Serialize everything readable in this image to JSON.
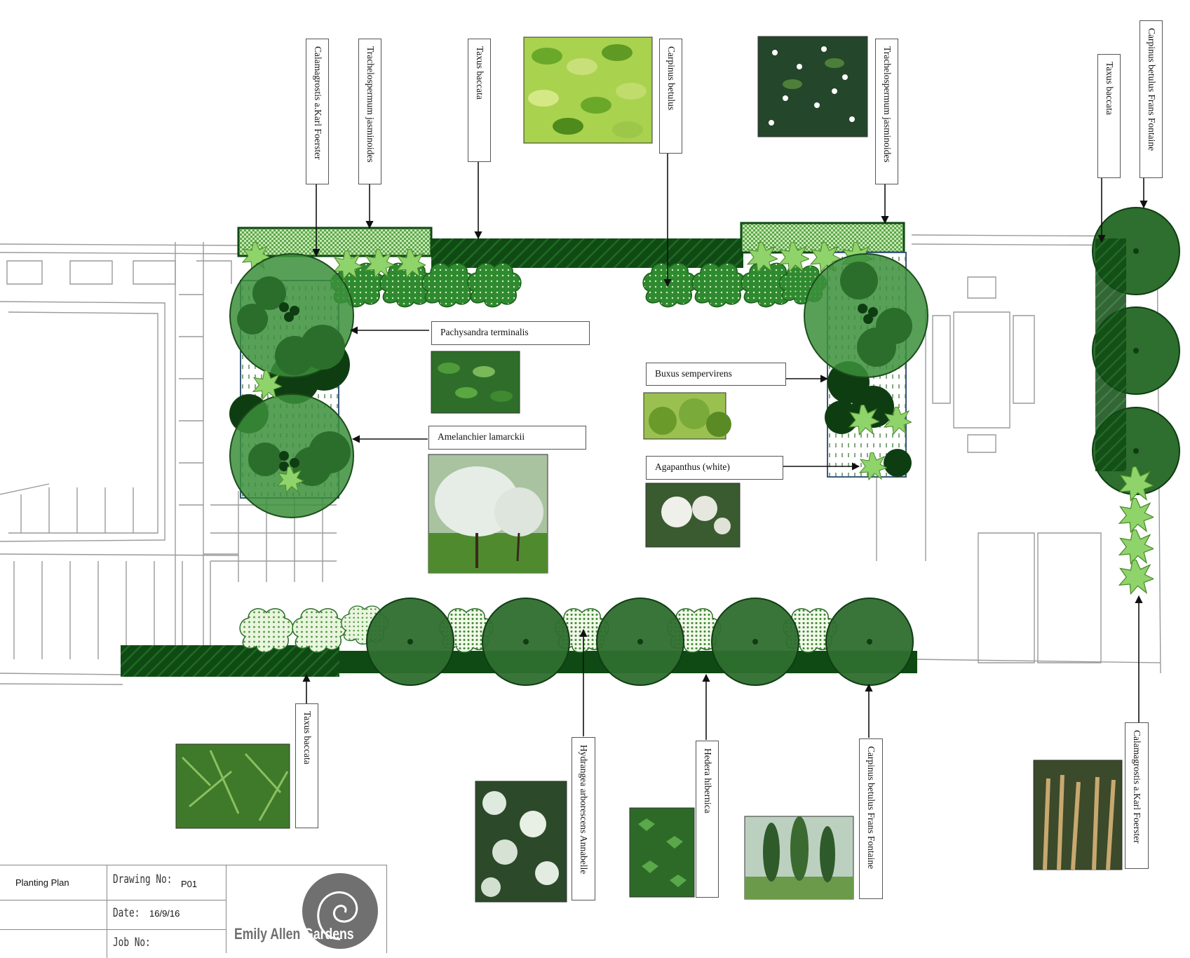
{
  "labels": {
    "calamagrostis_top": "Calamagrostis a.Karl Foerster",
    "trachelospermum_left": "Trachelospermum jasminoides",
    "taxus_top": "Taxus baccata",
    "carpinus_top": "Carpinus betulus",
    "trachelospermum_right": "Trachelospermum jasminoides",
    "taxus_right": "Taxus baccata",
    "carpinus_ff_top": "Carpinus betulus Frans Fontaine",
    "pachysandra": "Pachysandra terminalis",
    "amelanchier": "Amelanchier lamarckii",
    "buxus": "Buxus sempervirens",
    "agapanthus": "Agapanthus (white)",
    "taxus_bottom": "Taxus baccata",
    "hydrangea": "Hydrangea arborescens Annabelle",
    "hedera": "Hedera hibernica",
    "carpinus_ff_bottom": "Carpinus betulus Frans Fontaine",
    "calamagrostis_bottom": "Calamagrostis a.Karl Foerster"
  },
  "title_block": {
    "drawing_title": "Planting Plan",
    "drawing_no_label": "Drawing No:",
    "drawing_no": "P01",
    "date_label": "Date:",
    "date": "16/9/16",
    "job_no_label": "Job No:",
    "logo_text_1": "Emily Allen",
    "logo_text_2": "Gardens"
  },
  "colors": {
    "hedge_dark": "#0f4a14",
    "tree_green": "#3a7d3a",
    "shrub_mid": "#2f8a2f",
    "grass_light": "#8fd36b",
    "photo_leaf": "#9ccc4a",
    "logo_grey": "#6f6f6f"
  }
}
